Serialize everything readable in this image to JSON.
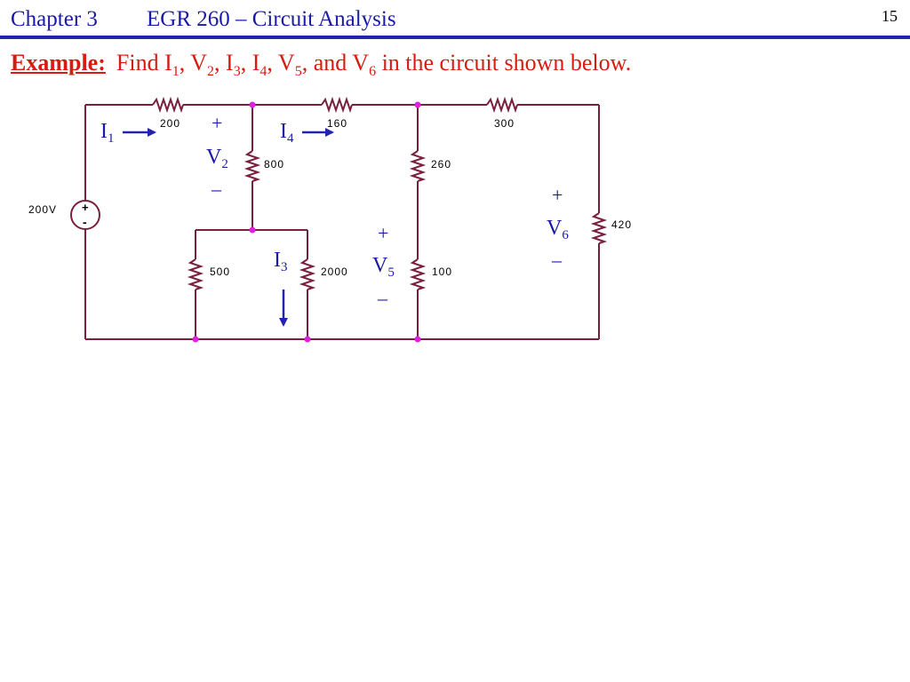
{
  "header": {
    "chapter": "Chapter 3",
    "course": "EGR 260 – Circuit Analysis",
    "page_number": "15"
  },
  "title": {
    "lead": "Example:",
    "text_parts": [
      "Find I",
      "1",
      ", V",
      "2",
      ", I",
      "3",
      ", I",
      "4",
      ", V",
      "5",
      ", and V",
      "6",
      " in the circuit shown below."
    ]
  },
  "circuit": {
    "source": {
      "label": "200V",
      "plus": "+",
      "minus": "-"
    },
    "resistors": {
      "r200": "200",
      "r160": "160",
      "r300": "300",
      "r800": "800",
      "r260": "260",
      "r420": "420",
      "r500": "500",
      "r2000": "2000",
      "r100": "100"
    },
    "currents": {
      "i1": {
        "main": "I",
        "sub": "1"
      },
      "i4": {
        "main": "I",
        "sub": "4"
      },
      "i3": {
        "main": "I",
        "sub": "3"
      }
    },
    "voltages": {
      "v2": {
        "main": "V",
        "sub": "2",
        "plus": "+",
        "minus": "–"
      },
      "v5": {
        "main": "V",
        "sub": "5",
        "plus": "+",
        "minus": "–"
      },
      "v6": {
        "main": "V",
        "sub": "6",
        "plus": "+",
        "minus": "–"
      }
    }
  },
  "colors": {
    "heading": "#1a1aa6",
    "title": "#d81b10",
    "wire": "#7a1f3d",
    "node": "#e020e0",
    "arrow": "#2323b0"
  }
}
